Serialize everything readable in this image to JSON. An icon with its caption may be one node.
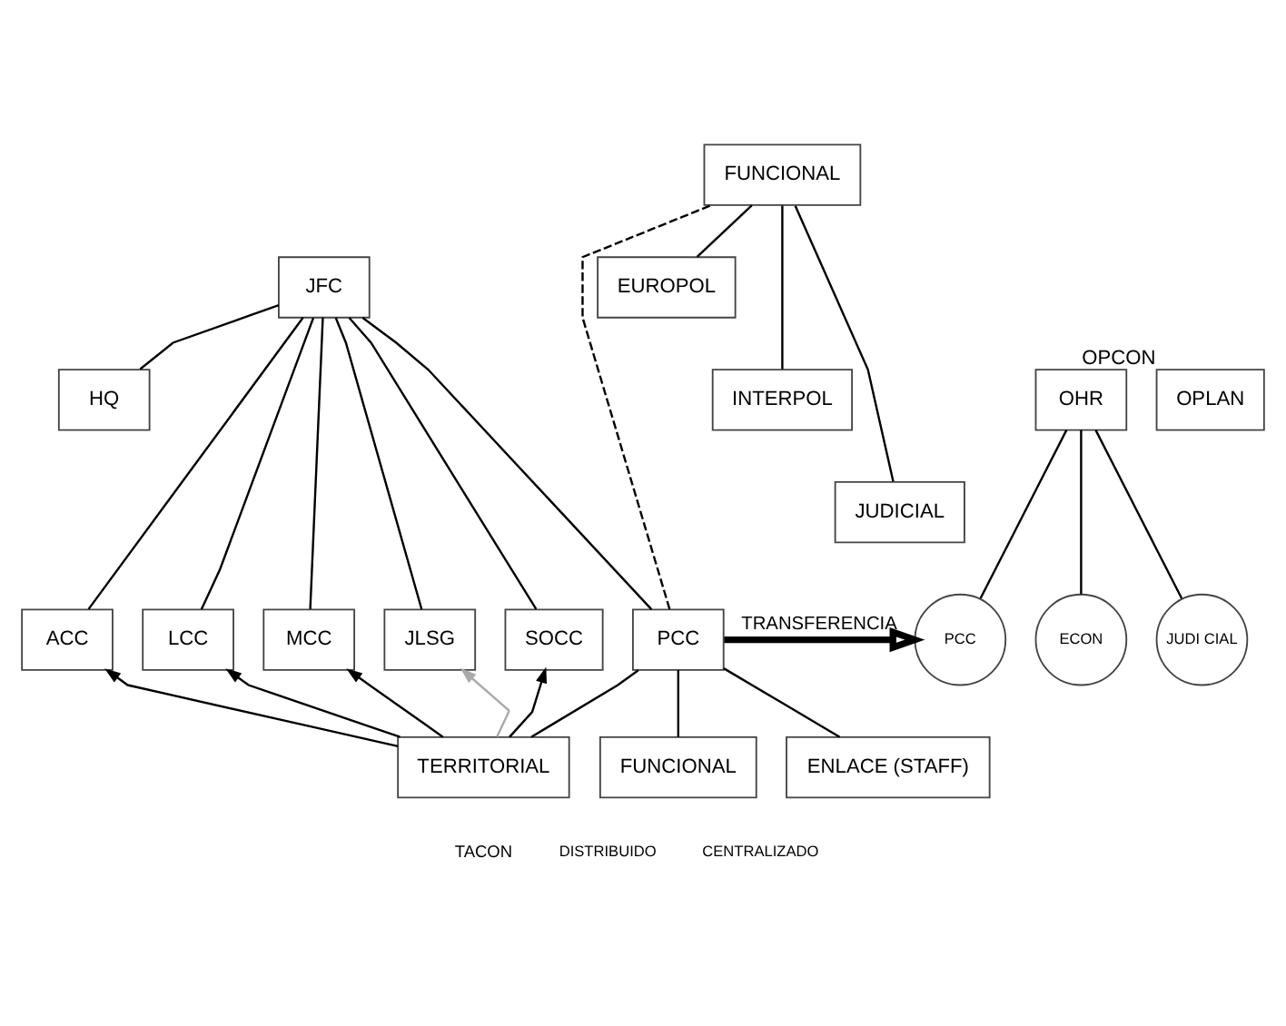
{
  "diagram": {
    "nodes": [
      {
        "text": [
          "JFC"
        ]
      },
      {
        "text": [
          "HQ"
        ]
      },
      {
        "text": [
          "OPLAN"
        ],
        "beside": [
          "OPCON"
        ]
      },
      {
        "text": [
          "ACC"
        ]
      },
      {
        "text": [
          "LCC"
        ]
      },
      {
        "text": [
          "MCC"
        ]
      },
      {
        "text": [
          "JLSG"
        ]
      },
      {
        "text": [
          "SOCC"
        ]
      },
      {
        "text": [
          "PCC"
        ]
      },
      {
        "text": [
          "FUNCIONAL"
        ]
      },
      {
        "text": [
          "EUROPOL"
        ]
      },
      {
        "text": [
          "INTERPOL"
        ]
      },
      {
        "text": [
          "JUDICIAL"
        ]
      },
      {
        "text": [
          "OHR"
        ]
      },
      {
        "text": [
          "PCC"
        ]
      },
      {
        "text": [
          "ECON"
        ]
      },
      {
        "text": [
          "JUDI CIAL"
        ]
      },
      {
        "text": [
          "TERRITORIAL"
        ]
      },
      {
        "text": [
          "FUNCIONAL"
        ]
      },
      {
        "text": [
          "ENLACE (STAFF)"
        ]
      }
    ],
    "edges": [
      {
        "from": 0,
        "to": 1,
        "arrow": "none"
      },
      {
        "from": 0,
        "to": 3,
        "arrow": "none"
      },
      {
        "from": 0,
        "to": 4,
        "arrow": "none"
      },
      {
        "from": 0,
        "to": 5,
        "arrow": "none"
      },
      {
        "from": 0,
        "to": 6,
        "arrow": "none"
      },
      {
        "from": 0,
        "to": 7,
        "arrow": "none"
      },
      {
        "from": 0,
        "to": 8,
        "arrow": "none"
      },
      {
        "from": 8,
        "to": 9,
        "arrow": "none",
        "style": "dashed"
      },
      {
        "from": 9,
        "to": 10,
        "arrow": "none"
      },
      {
        "from": 9,
        "to": 11,
        "arrow": "none"
      },
      {
        "from": 9,
        "to": 12,
        "arrow": "none"
      },
      {
        "from": 13,
        "to": 14,
        "arrow": "none"
      },
      {
        "from": 13,
        "to": 15,
        "arrow": "none"
      },
      {
        "from": 13,
        "to": 16,
        "arrow": "none"
      },
      {
        "from": 8,
        "to": 14,
        "arrow": "to",
        "label": "TRANSFERENCIA",
        "style": "thick"
      },
      {
        "from": 8,
        "to": 17,
        "arrow": "none"
      },
      {
        "from": 8,
        "to": 18,
        "arrow": "none"
      },
      {
        "from": 8,
        "to": 19,
        "arrow": "none"
      },
      {
        "from": 17,
        "to": 3,
        "arrow": "to"
      },
      {
        "from": 17,
        "to": 4,
        "arrow": "to"
      },
      {
        "from": 17,
        "to": 5,
        "arrow": "to"
      },
      {
        "from": 17,
        "to": 6,
        "arrow": "to",
        "color": "#aaaaaa"
      },
      {
        "from": 17,
        "to": 7,
        "arrow": "to"
      }
    ],
    "labels": [
      "TACON",
      "DISTRIBUIDO",
      "CENTRALIZADO"
    ]
  }
}
